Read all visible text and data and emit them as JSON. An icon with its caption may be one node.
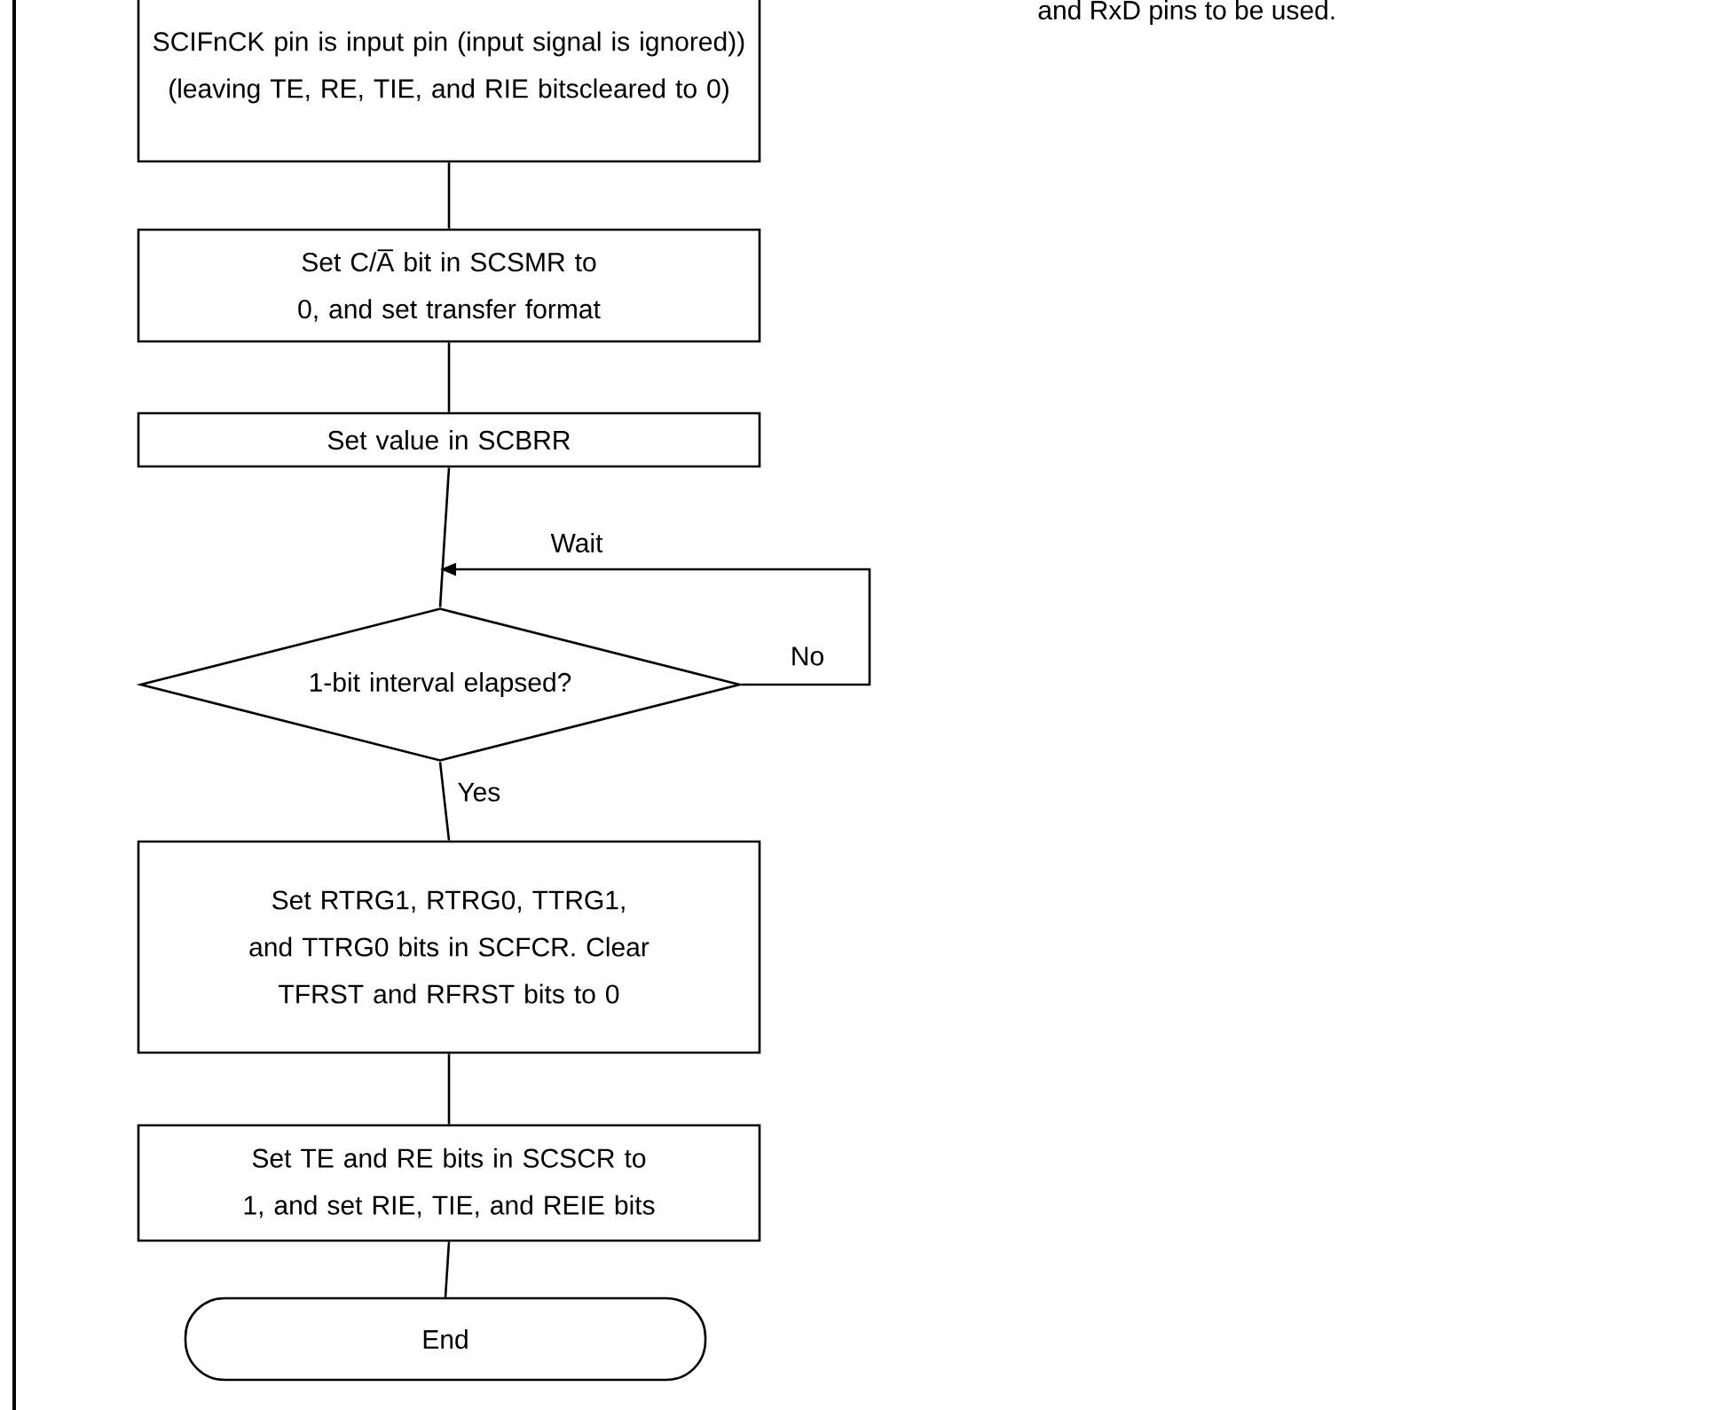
{
  "diagram": {
    "nodes": [
      {
        "text": [
          "SCIFnCK pin is input pin (input signal is ignored)) (leaving TE, RE, TIE, and RIE bitscleared to 0)"
        ]
      },
      {
        "text": [
          "Set C/A̅ bit in SCSMR to 0, and set transfer format"
        ]
      },
      {
        "text": [
          "Set value in SCBRR"
        ]
      },
      {
        "text": [
          "1-bit interval elapsed?"
        ]
      },
      {
        "text": [
          "Set RTRG1, RTRG0, TTRG1, and TTRG0 bits in SCFCR. Clear TFRST and RFRST bits to 0"
        ]
      },
      {
        "text": [
          "Set TE and RE bits in SCSCR to 1, and set RIE, TIE, and REIE bits"
        ]
      },
      {
        "text": [
          "End"
        ]
      }
    ],
    "edges": [
      {
        "from": 0,
        "to": 1,
        "arrow": "none"
      },
      {
        "from": 1,
        "to": 2,
        "arrow": "none"
      },
      {
        "from": 2,
        "to": 3,
        "arrow": "none"
      },
      {
        "from": 3,
        "to": 3,
        "arrow": "to",
        "label": "No"
      },
      {
        "from": 3,
        "to": 4,
        "arrow": "none",
        "label": "Yes"
      },
      {
        "from": 4,
        "to": 5,
        "arrow": "none"
      },
      {
        "from": 5,
        "to": 6,
        "arrow": "none"
      }
    ],
    "labels": [
      "and RxD pins to be used.",
      "Wait"
    ]
  }
}
